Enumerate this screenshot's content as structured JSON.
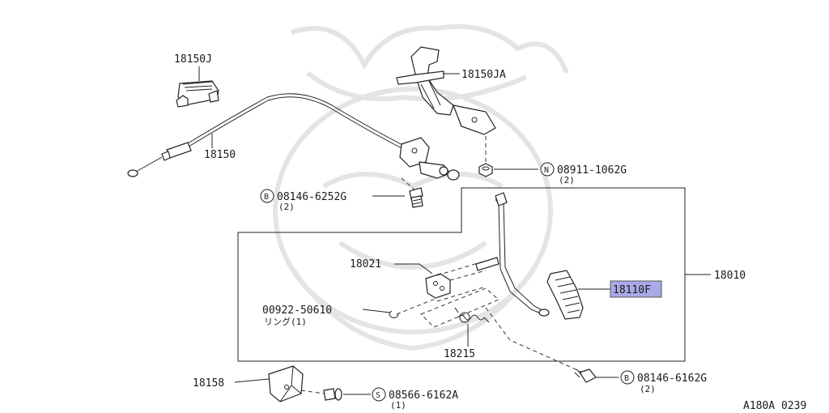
{
  "diagram": {
    "labels": {
      "p18150J": "18150J",
      "p18150JA": "18150JA",
      "p18150": "18150",
      "bolt_symbol_1": "B",
      "p08146_6252G": "08146-6252G",
      "p08146_6252G_qty": "(2)",
      "nut_symbol": "N",
      "p08911_1062G": "08911-1062G",
      "p08911_1062G_qty": "(2)",
      "p18021": "18021",
      "p18010": "18010",
      "p18110F": "18110F",
      "p00922_50610": "00922-50610",
      "p00922_50610_sub": "リング(1)",
      "p18215": "18215",
      "bolt_symbol_2": "B",
      "p08146_6162G": "08146-6162G",
      "p08146_6162G_qty": "(2)",
      "p18158": "18158",
      "screw_symbol": "S",
      "p08566_6162A": "08566-6162A",
      "p08566_6162A_qty": "(1)",
      "figure_code": "A180A 0239"
    },
    "colors": {
      "highlight": "#a9a9e8",
      "line": "#222222",
      "watermark": "#e4e4e4"
    }
  }
}
